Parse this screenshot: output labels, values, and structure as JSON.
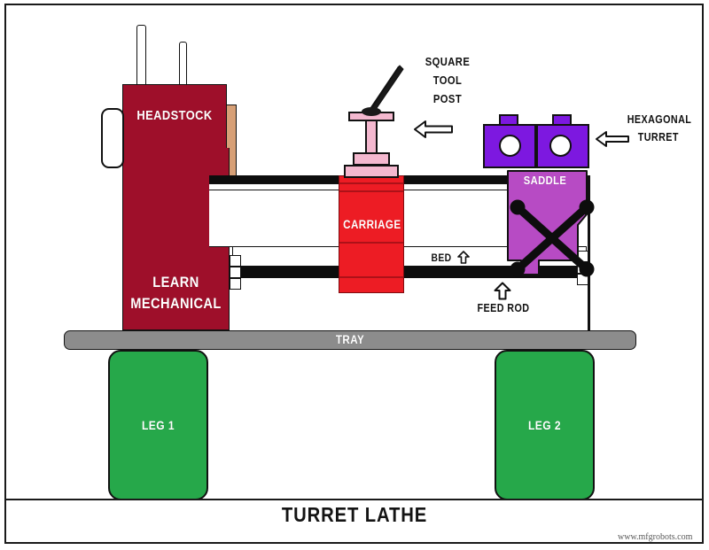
{
  "diagram": {
    "title": "TURRET LATHE",
    "watermark": "www.mfgrobots.com",
    "background_color": "#ffffff",
    "border_color": "#1a1a1a"
  },
  "parts": {
    "headstock": {
      "label": "HEADSTOCK",
      "color": "#9e0f2a",
      "side_panel_color": "#d7a077"
    },
    "brand": {
      "line1": "LEARN",
      "line2": "MECHANICAL",
      "color": "#9e0f2a"
    },
    "carriage": {
      "label": "CARRIAGE",
      "color": "#ed1c24"
    },
    "tool_post": {
      "label_line1": "SQUARE",
      "label_line2": "TOOL",
      "label_line3": "POST",
      "color": "#f4b8cf",
      "arrow": "arrow-left"
    },
    "turret": {
      "label_line1": "HEXAGONAL",
      "label_line2": "TURRET",
      "color": "#7d18e0",
      "arrow": "arrow-left",
      "hole_count": 2
    },
    "saddle": {
      "label": "SADDLE",
      "color": "#b74bc4"
    },
    "bed": {
      "label": "BED",
      "arrow": "arrow-up",
      "color": "#0d0d0d"
    },
    "feed_rod": {
      "label": "FEED ROD",
      "arrow": "arrow-up",
      "color": "#0d0d0d"
    },
    "tray": {
      "label": "TRAY",
      "color": "#8c8c8c"
    },
    "leg1": {
      "label": "LEG 1",
      "color": "#26a84a"
    },
    "leg2": {
      "label": "LEG 2",
      "color": "#26a84a"
    }
  }
}
